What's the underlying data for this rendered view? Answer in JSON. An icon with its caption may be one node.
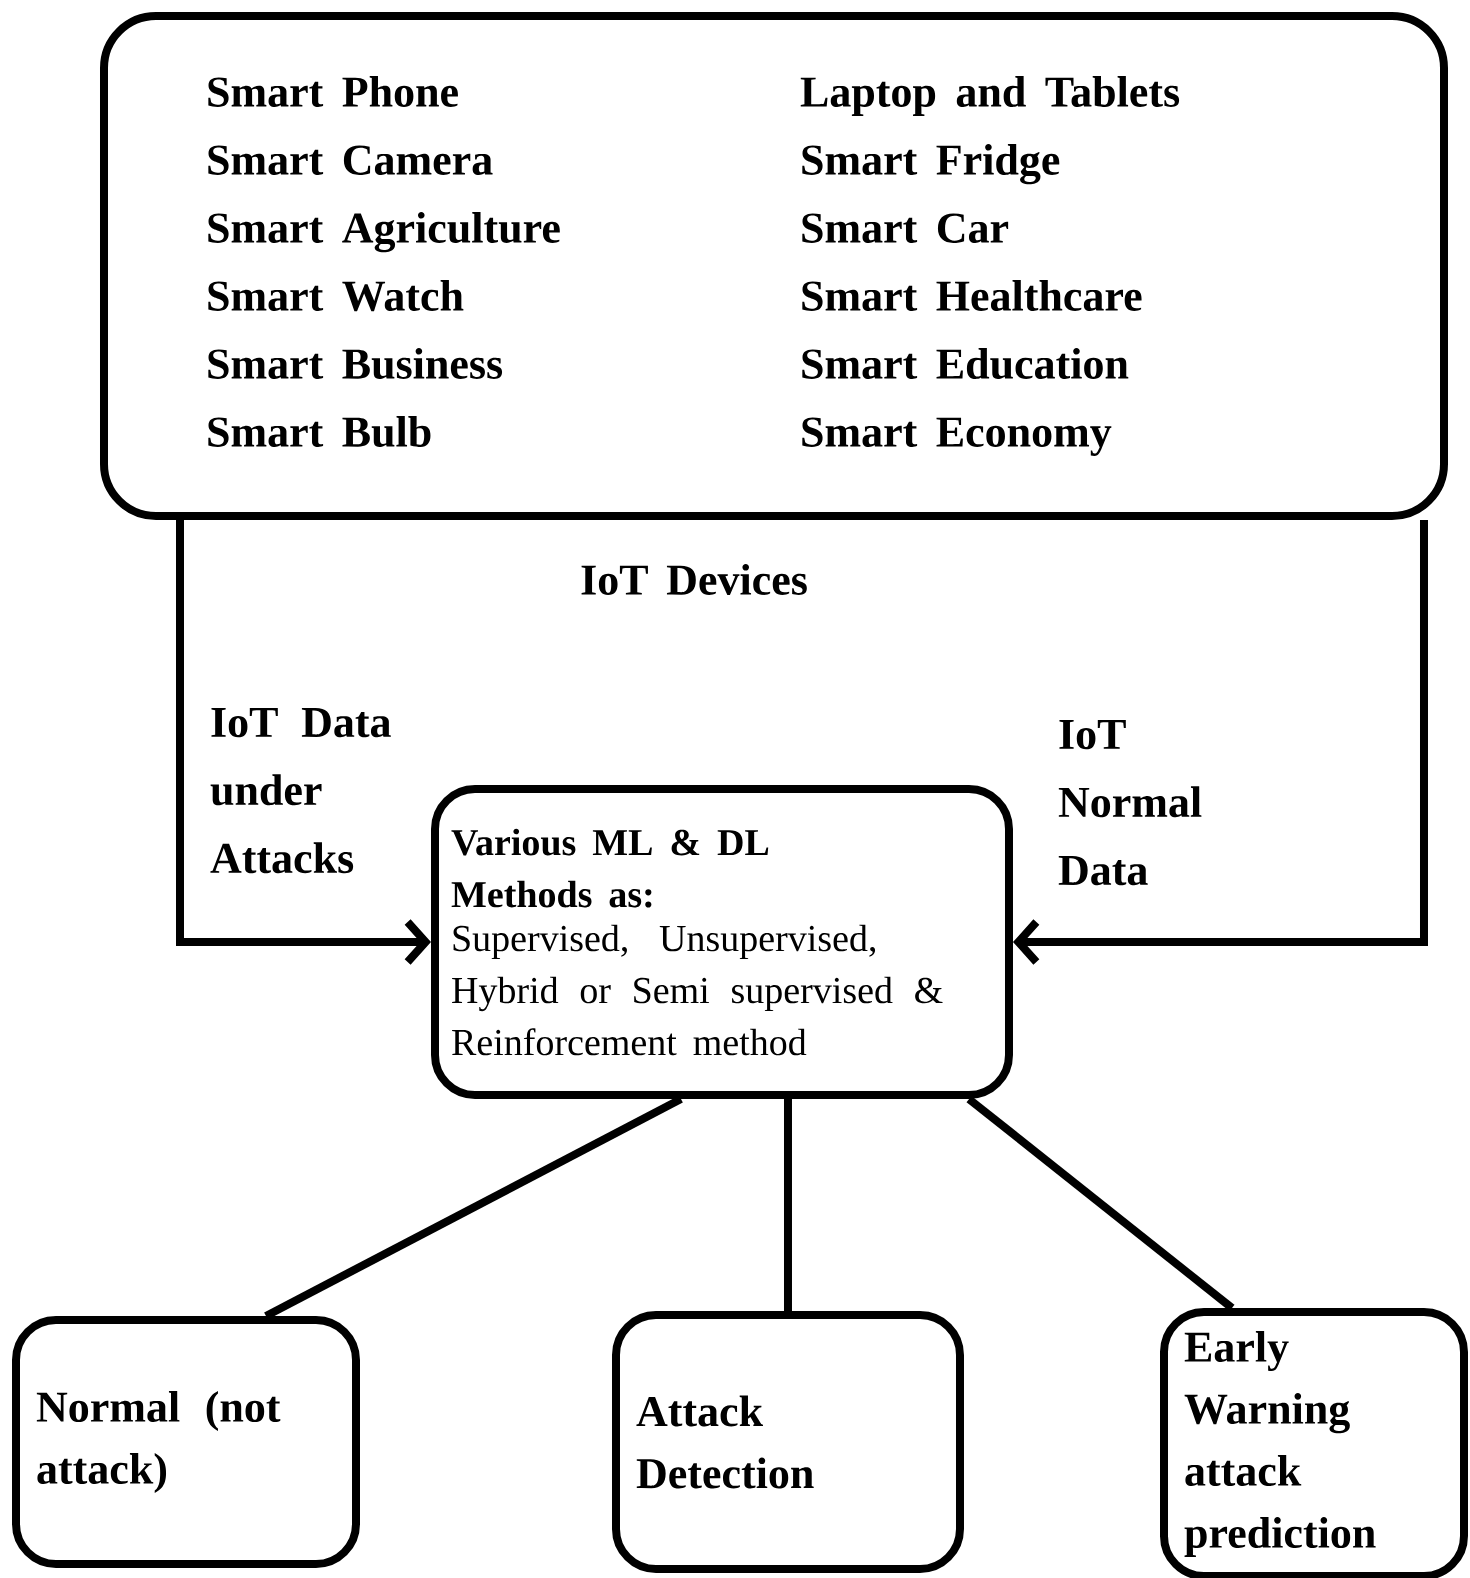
{
  "diagram": {
    "nodes": [
      {
        "text": [
          "Smart Phone",
          "Smart Camera",
          "Smart Agriculture",
          "Smart Watch",
          "Smart Business",
          "Smart Bulb",
          "Laptop and Tablets",
          "Smart Fridge",
          "Smart Car",
          "Smart Healthcare",
          "Smart Education",
          "Smart Economy"
        ],
        "beside": [
          "IoT Devices"
        ]
      },
      {
        "text": [
          "Various ML & DL Methods as:",
          "Supervised, Unsupervised, Hybrid or Semi supervised & Reinforcement method"
        ]
      },
      {
        "text": [
          "Normal (not attack)"
        ]
      },
      {
        "text": [
          "Attack Detection"
        ]
      },
      {
        "text": [
          "Early Warning attack prediction"
        ]
      }
    ],
    "edges": [
      {
        "from": 0,
        "to": 1,
        "arrow": "to",
        "label": "IoT Data under Attacks"
      },
      {
        "from": 0,
        "to": 1,
        "arrow": "to",
        "label": "IoT Normal Data"
      },
      {
        "from": 1,
        "to": 2,
        "arrow": "none"
      },
      {
        "from": 1,
        "to": 3,
        "arrow": "none"
      },
      {
        "from": 1,
        "to": 4,
        "arrow": "none"
      }
    ]
  }
}
